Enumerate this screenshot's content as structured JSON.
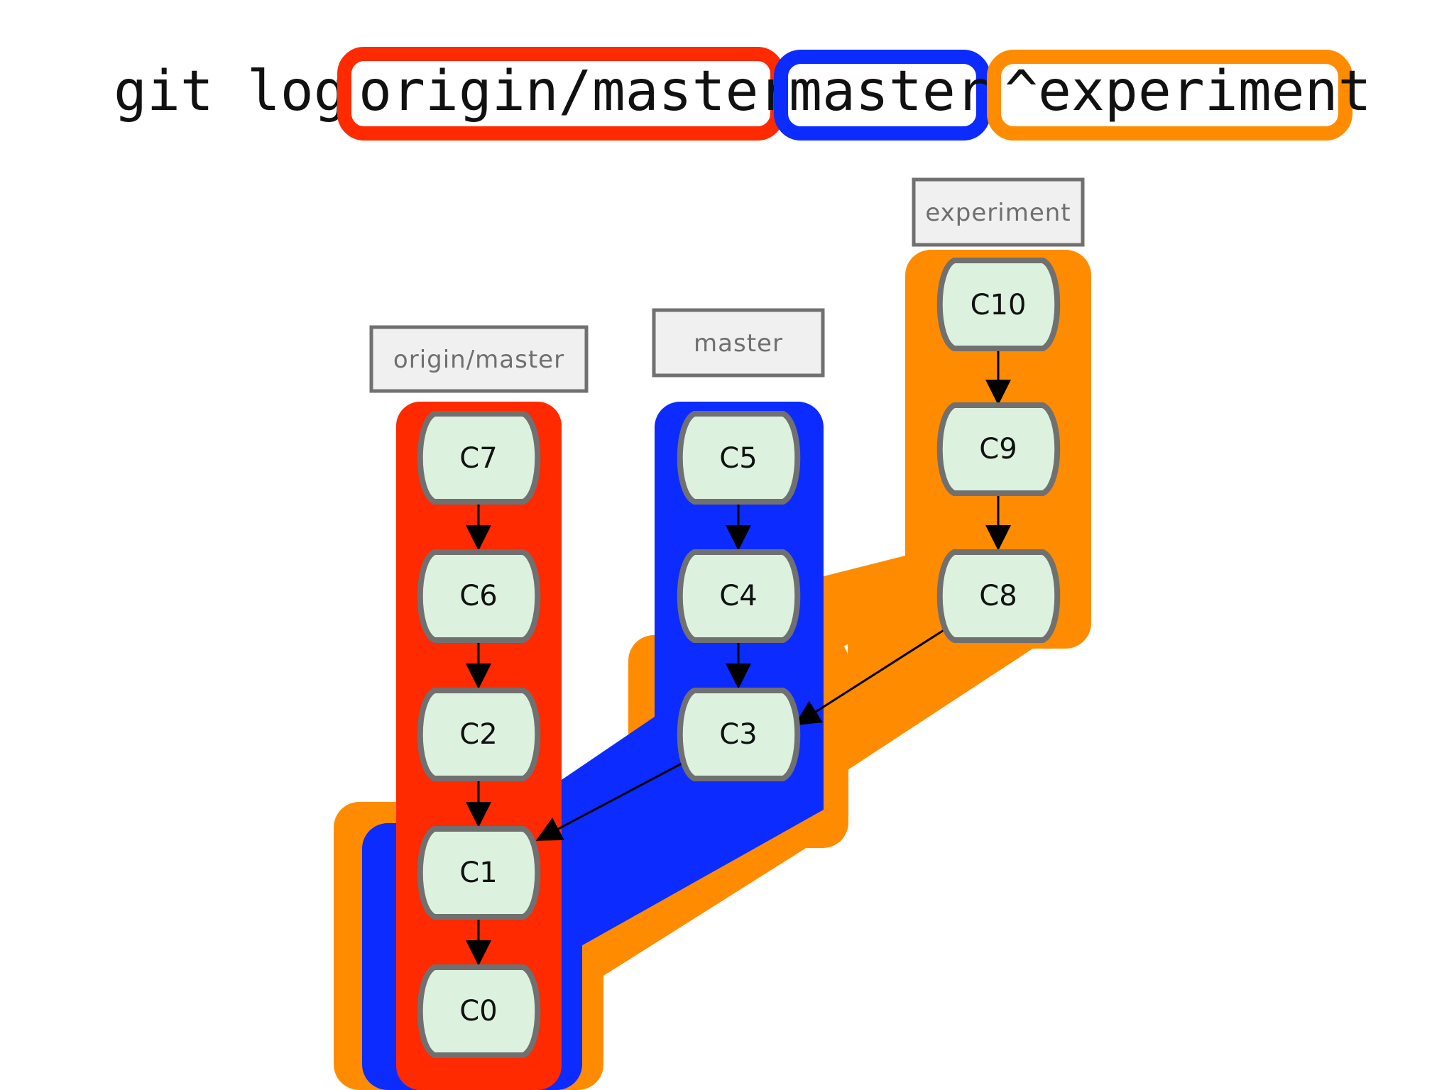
{
  "command": {
    "prefix": "git log",
    "args": [
      {
        "id": "origin-master",
        "text": "origin/master",
        "color": "#ff2a00"
      },
      {
        "id": "master",
        "text": "master",
        "color": "#0c2cff"
      },
      {
        "id": "experiment",
        "text": "^experiment",
        "color": "#ff8c00"
      }
    ]
  },
  "refs": {
    "origin_master": "origin/master",
    "master": "master",
    "experiment": "experiment"
  },
  "commits": {
    "c0": "C0",
    "c1": "C1",
    "c2": "C2",
    "c3": "C3",
    "c4": "C4",
    "c5": "C5",
    "c6": "C6",
    "c7": "C7",
    "c8": "C8",
    "c9": "C9",
    "c10": "C10"
  },
  "colors": {
    "red": "#ff2a00",
    "blue": "#0c2cff",
    "orange": "#ff8c00",
    "commit_fill": "#dcf2df",
    "commit_stroke": "#707070",
    "ref_fill": "#f1f0f1",
    "ref_stroke": "#707070"
  }
}
